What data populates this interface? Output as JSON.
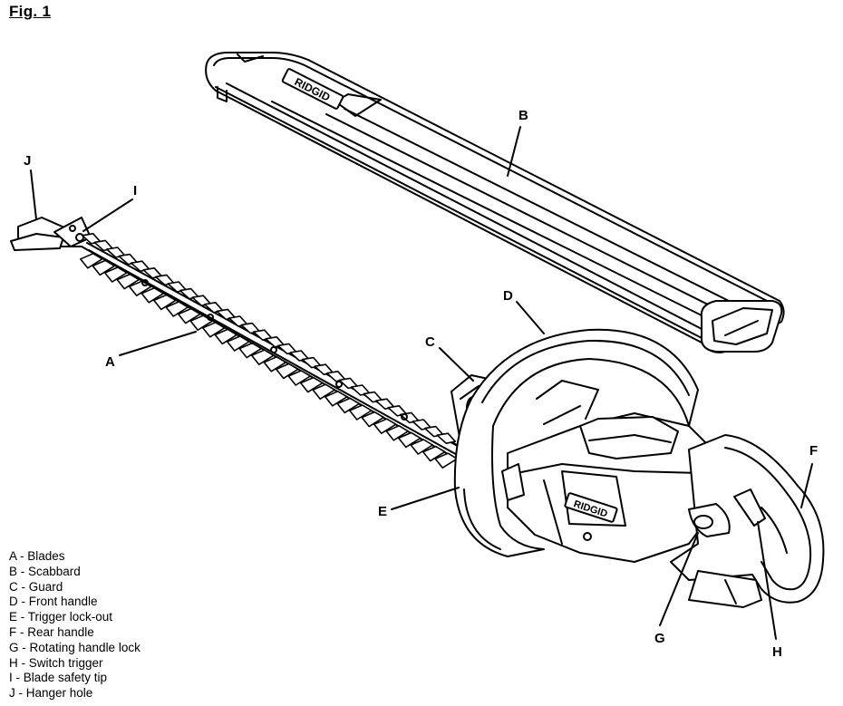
{
  "figure": {
    "title": "Fig. 1"
  },
  "callouts": {
    "A": "A",
    "B": "B",
    "C": "C",
    "D": "D",
    "E": "E",
    "F": "F",
    "G": "G",
    "H": "H",
    "I": "I",
    "J": "J"
  },
  "scabbard_logo": "RIDGID",
  "tool_logo": "RIDGID",
  "legend": [
    "A - Blades",
    "B - Scabbard",
    "C - Guard",
    "D - Front handle",
    "E - Trigger lock-out",
    "F - Rear handle",
    "G - Rotating handle lock",
    "H - Switch trigger",
    "I  - Blade safety tip",
    "J - Hanger hole"
  ]
}
